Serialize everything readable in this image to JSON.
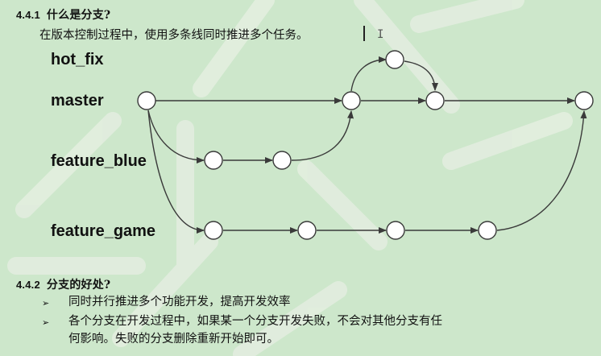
{
  "section_441": {
    "number": "4.4.1",
    "title": "什么是分支?",
    "body": "在版本控制过程中，使用多条线同时推进多个任务。"
  },
  "diagram": {
    "branches": {
      "hot_fix": "hot_fix",
      "master": "master",
      "feature_blue": "feature_blue",
      "feature_game": "feature_game"
    },
    "colors": {
      "background": "#cde7cb",
      "node_fill": "#ffffff",
      "line": "#3a3a3a",
      "watermark": "#e6efe3"
    }
  },
  "section_442": {
    "number": "4.4.2",
    "title": "分支的好处?",
    "bullets": [
      {
        "lines": [
          "同时并行推进多个功能开发，提高开发效率"
        ]
      },
      {
        "lines": [
          "各个分支在开发过程中，如果某一个分支开发失败，不会对其他分支有任",
          "何影响。失败的分支删除重新开始即可。"
        ]
      }
    ],
    "bullet_icon": "arrow-bullet-icon"
  }
}
